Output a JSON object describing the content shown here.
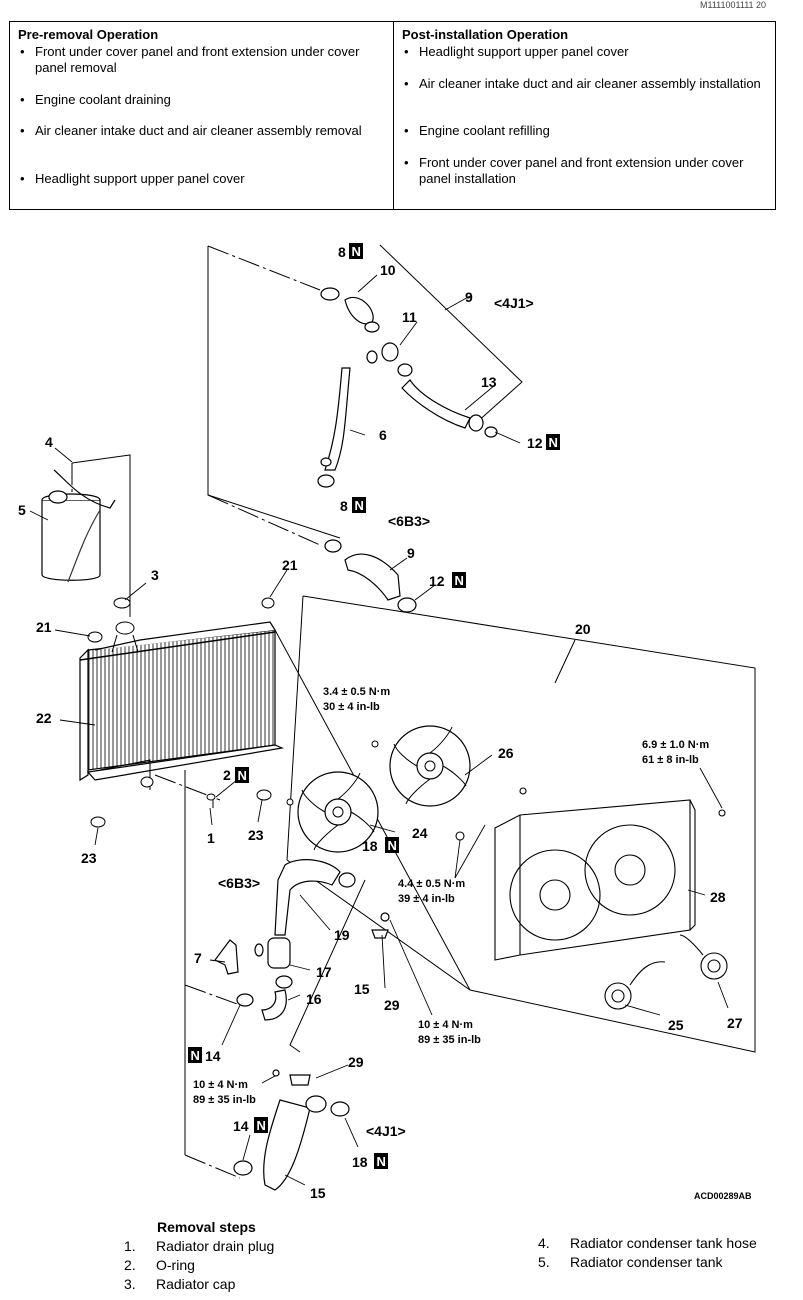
{
  "corner_code": "M1111001111 20",
  "pre_removal": {
    "title": "Pre-removal Operation",
    "items": [
      "Front under cover panel and front extension under cover panel removal",
      "Engine coolant draining",
      "Air cleaner intake duct and air cleaner assembly removal",
      "Headlight support upper panel cover"
    ]
  },
  "post_installation": {
    "title": "Post-installation Operation",
    "items": [
      "Headlight support upper panel cover",
      "Air cleaner intake duct and air cleaner assembly installation",
      "Engine coolant refilling",
      "Front under cover panel and front extension under cover panel installation"
    ]
  },
  "diagram": {
    "labels": {
      "l1": "1",
      "l2": "2",
      "l3": "3",
      "l4": "4",
      "l5": "5",
      "l6": "6",
      "l7": "7",
      "l8a": "8",
      "l8b": "8",
      "l9a": "9",
      "l9b": "9",
      "l10": "10",
      "l11": "11",
      "l12a": "12",
      "l12b": "12",
      "l13": "13",
      "l14a": "14",
      "l14b": "14",
      "l15a": "15",
      "l15b": "15",
      "l16": "16",
      "l17": "17",
      "l18a": "18",
      "l18b": "18",
      "l19": "19",
      "l20": "20",
      "l21a": "21",
      "l21b": "21",
      "l22": "22",
      "l23a": "23",
      "l23b": "23",
      "l24": "24",
      "l25": "25",
      "l26": "26",
      "l27": "27",
      "l28": "28",
      "l29a": "29",
      "l29b": "29"
    },
    "new_part_mark": "N",
    "engine_4j1": "<4J1>",
    "engine_6b3": "<6B3>",
    "torques": {
      "fan": [
        "3.4 ± 0.5 N·m",
        "30 ± 4 in-lb"
      ],
      "shroud_top": [
        "6.9 ± 1.0 N·m",
        "61 ± 8 in-lb"
      ],
      "shroud_mid": [
        "4.4 ± 0.5 N·m",
        "39 ± 4 in-lb"
      ],
      "bracket_a": [
        "10 ± 4 N·m",
        "89 ± 35 in-lb"
      ],
      "bracket_b": [
        "10 ± 4 N·m",
        "89 ± 35 in-lb"
      ]
    },
    "figure_code": "ACD00289AB"
  },
  "removal_steps": {
    "title": "Removal steps",
    "left": [
      {
        "num": "1.",
        "label": "Radiator drain plug"
      },
      {
        "num": "2.",
        "label": "O-ring"
      },
      {
        "num": "3.",
        "label": "Radiator cap"
      }
    ],
    "right": [
      {
        "num": "4.",
        "label": "Radiator condenser tank hose"
      },
      {
        "num": "5.",
        "label": "Radiator condenser tank"
      }
    ]
  }
}
